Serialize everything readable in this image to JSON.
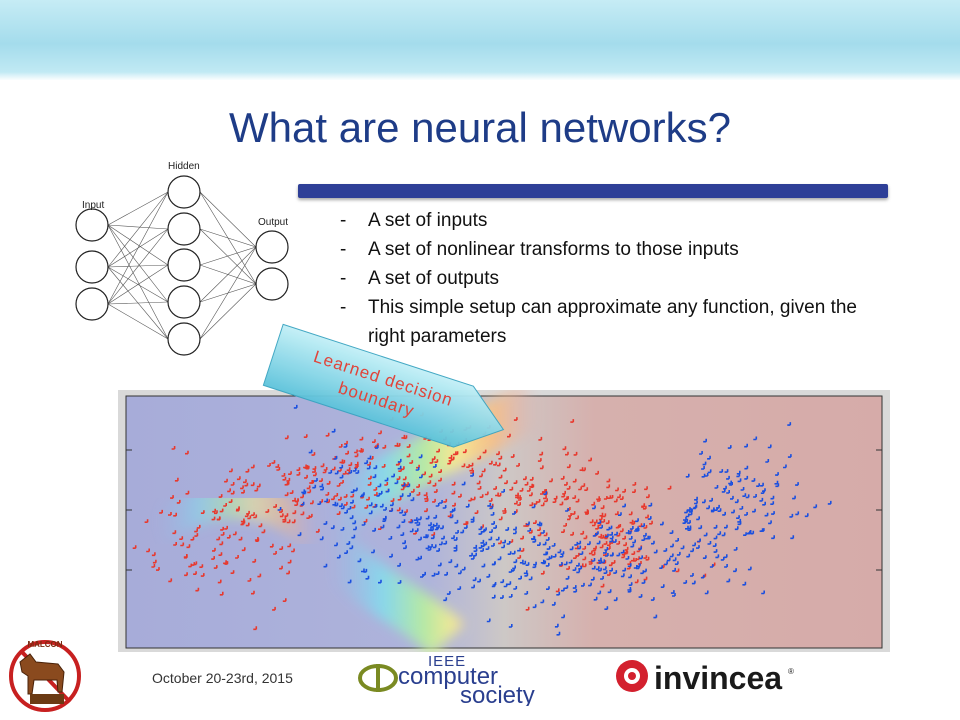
{
  "slide": {
    "title": "What are neural networks?",
    "bullets": [
      {
        "dash": "-",
        "text": "A set of inputs"
      },
      {
        "dash": "-",
        "text": "A set of nonlinear transforms to those inputs"
      },
      {
        "dash": "-",
        "text": "A set of outputs"
      },
      {
        "dash": "-",
        "text": "This simple setup can approximate any function, given the right parameters"
      }
    ],
    "date": "October 20-23rd, 2015"
  },
  "network_diagram": {
    "labels": {
      "input": "Input",
      "hidden": "Hidden",
      "output": "Output"
    },
    "layer_sizes": [
      3,
      5,
      2
    ]
  },
  "callout": {
    "line1": "Learned decision",
    "line2": "boundary",
    "color": "#e0443a"
  },
  "plot": {
    "class_a_color": "#e8382d",
    "class_b_color": "#1a4fe0",
    "background_left": "#a8acd8",
    "background_right": "#d8aaa8"
  },
  "logos": {
    "malcon": "MALCON",
    "ieee_line1": "IEEE",
    "ieee_line2": "computer",
    "ieee_line3": "society",
    "invincea": "invincea",
    "registered": "®"
  },
  "colors": {
    "title": "#1e3c87",
    "bar": "#2e3f97",
    "ieee": "#2a3f8f",
    "invincea_red": "#d3202e"
  }
}
